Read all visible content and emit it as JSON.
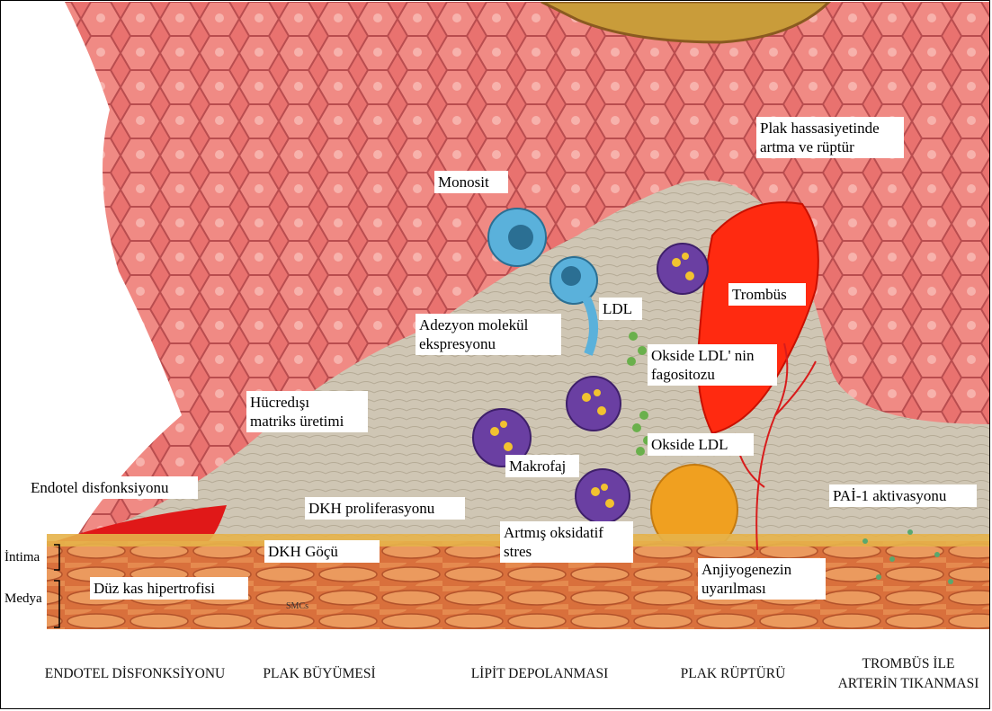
{
  "labels": {
    "monosit": "Monosit",
    "plak_hassasiyet": "Plak hassasiyetinde\nartma ve rüptür",
    "trombus": "Trombüs",
    "ldl": "LDL",
    "adezyon": "Adezyon molekül\nekspresyonu",
    "okside_ldl_fagositozu": "Okside LDL' nin\nfagositozu",
    "hucredisi": "Hücredışı\nmatriks üretimi",
    "okside_ldl": "Okside LDL",
    "makrofaj": "Makrofaj",
    "endotel_disfonksiyonu": "Endotel disfonksiyonu",
    "dkh_proliferasyonu": "DKH proliferasyonu",
    "pai1": "PAİ-1 aktivasyonu",
    "artmis_oksidatif": "Artmış oksidatif\nstres",
    "dkh_gocu": "DKH Göçü",
    "duz_kas": "Düz kas hipertrofisi",
    "anjiyogenez": "Anjiyogenezin\nuyarılması",
    "smcs": "SMCs"
  },
  "layers": {
    "intima": "İntima",
    "medya": "Medya"
  },
  "stages": [
    "ENDOTEL DİSFONKSİYONU",
    "PLAK BÜYÜMESİ",
    "LİPİT DEPOLANMASI",
    "PLAK RÜPTÜRÜ",
    "TROMBÜS İLE\nARTERİN TIKANMASI"
  ],
  "colors": {
    "endothelium": "#e9726f",
    "endothelium_dark": "#b7373c",
    "plaque": "#c9c0ae",
    "muscle": "#e38a4f",
    "thrombus": "#ff2a10",
    "macrophage": "#6a3fa2",
    "monocyte": "#3d9bc8",
    "lipid_core": "#f0a020",
    "ldl": "#6ab04c"
  }
}
